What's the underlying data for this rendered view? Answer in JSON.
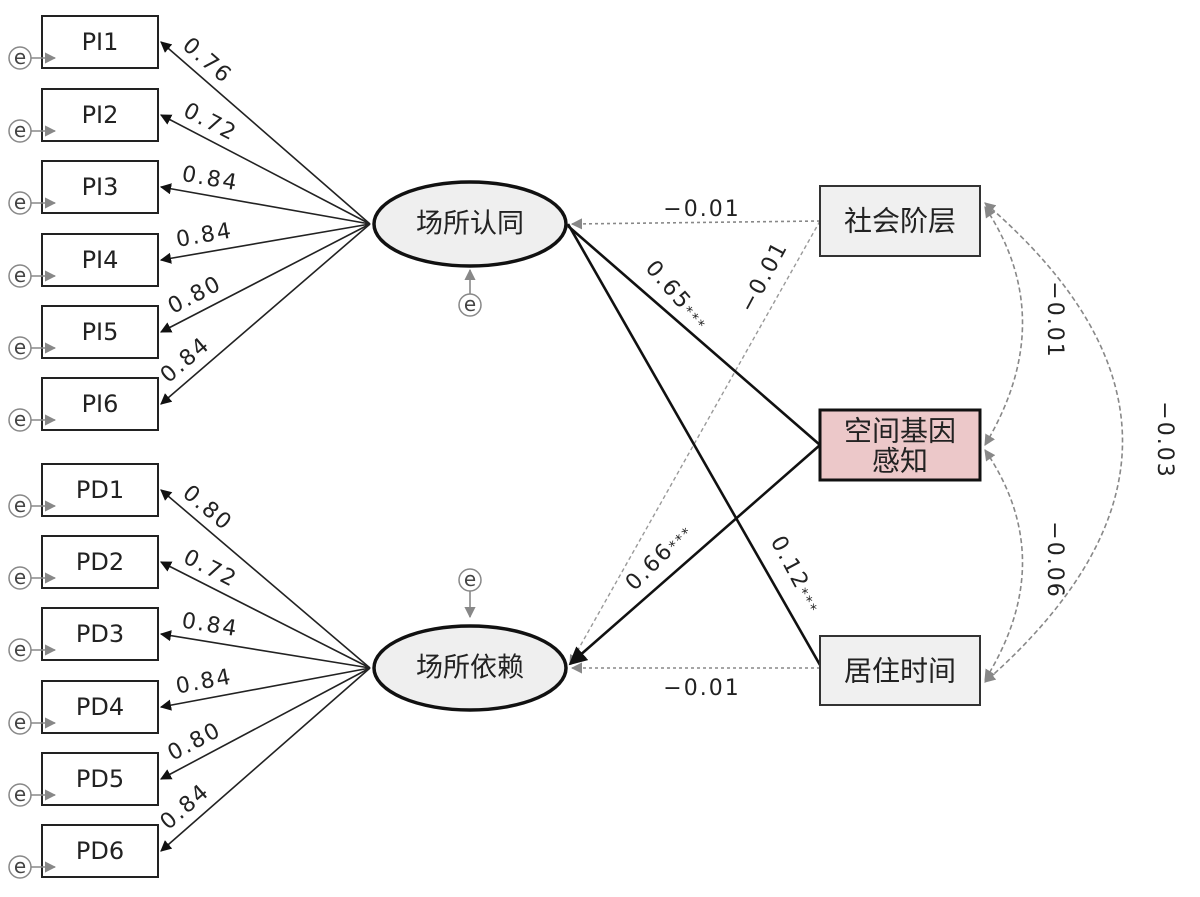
{
  "error_label": "e",
  "indicators": [
    {
      "name": "PI1",
      "loading": "0.76",
      "factor": 0
    },
    {
      "name": "PI2",
      "loading": "0.72",
      "factor": 0
    },
    {
      "name": "PI3",
      "loading": "0.84",
      "factor": 0
    },
    {
      "name": "PI4",
      "loading": "0.84",
      "factor": 0
    },
    {
      "name": "PI5",
      "loading": "0.80",
      "factor": 0
    },
    {
      "name": "PI6",
      "loading": "0.84",
      "factor": 0
    },
    {
      "name": "PD1",
      "loading": "0.80",
      "factor": 1
    },
    {
      "name": "PD2",
      "loading": "0.72",
      "factor": 1
    },
    {
      "name": "PD3",
      "loading": "0.84",
      "factor": 1
    },
    {
      "name": "PD4",
      "loading": "0.84",
      "factor": 1
    },
    {
      "name": "PD5",
      "loading": "0.80",
      "factor": 1
    },
    {
      "name": "PD6",
      "loading": "0.84",
      "factor": 1
    }
  ],
  "latents": [
    "场所认同",
    "场所依赖"
  ],
  "exogenous": {
    "social_class": "社会阶层",
    "spatial_gene_line1": "空间基因",
    "spatial_gene_line2": "感知",
    "residence_time": "居住时间"
  },
  "paths": {
    "social_to_identity": "−0.01",
    "social_to_dependence": "−0.01",
    "gene_to_identity": "0.65",
    "gene_to_identity_sig": "***",
    "gene_to_dependence": "0.66",
    "gene_to_dependence_sig": "***",
    "time_to_identity": "0.12",
    "time_to_identity_sig": "***",
    "time_to_dependence": "−0.01"
  },
  "covariances": {
    "social_gene": "−0.01",
    "gene_time": "−0.06",
    "social_time": "−0.03"
  },
  "colors": {
    "highlight_fill": "#ecc8c9",
    "latent_fill": "#efefef",
    "exogenous_fill": "#f0f0f0",
    "dotted": "#888888"
  }
}
